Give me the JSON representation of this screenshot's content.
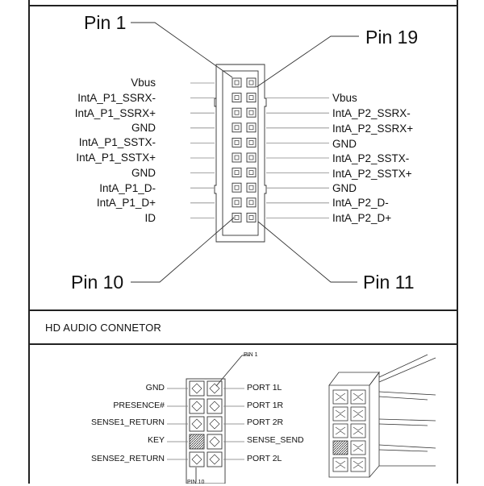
{
  "usb_header": {
    "top_left_pin": "Pin 1",
    "top_right_pin": "Pin 19",
    "bottom_left_pin": "Pin 10",
    "bottom_right_pin": "Pin 11",
    "left_labels": [
      "Vbus",
      "IntA_P1_SSRX-",
      "IntA_P1_SSRX+",
      "GND",
      "IntA_P1_SSTX-",
      "IntA_P1_SSTX+",
      "GND",
      "IntA_P1_D-",
      "IntA_P1_D+",
      "ID"
    ],
    "right_labels": [
      "Vbus",
      "IntA_P2_SSRX-",
      "IntA_P2_SSRX+",
      "GND",
      "IntA_P2_SSTX-",
      "IntA_P2_SSTX+",
      "GND",
      "IntA_P2_D-",
      "IntA_P2_D+"
    ]
  },
  "hd_audio": {
    "title": "HD AUDIO CONNETOR",
    "pin1_label": "PIN 1",
    "pin10_label": "PIN 10",
    "left_labels": [
      "GND",
      "PRESENCE#",
      "SENSE1_RETURN",
      "KEY",
      "SENSE2_RETURN"
    ],
    "right_labels": [
      "PORT 1L",
      "PORT 1R",
      "PORT 2R",
      "SENSE_SEND",
      "PORT 2L"
    ]
  }
}
